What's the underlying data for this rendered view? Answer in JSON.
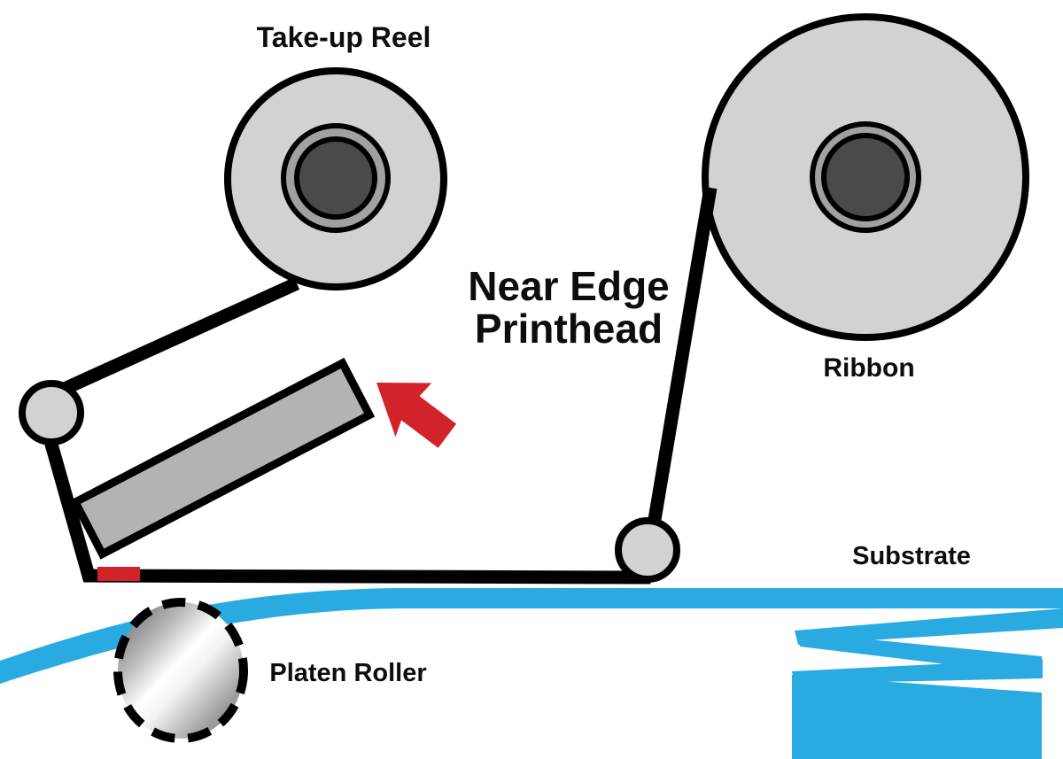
{
  "labels": {
    "take_up_reel": "Take-up Reel",
    "ribbon": "Ribbon",
    "printhead_line1": "Near Edge",
    "printhead_line2": "Printhead",
    "substrate": "Substrate",
    "platen_roller": "Platen Roller"
  },
  "colors": {
    "substrate_blue": "#29abe2",
    "accent_red": "#d2232a",
    "reel_gray": "#d2d2d4",
    "hub_ring_gray": "#a0a1a5",
    "hub_core_gray": "#4a4a4c",
    "printhead_gray": "#b3b3b5",
    "line_black": "#000000"
  }
}
